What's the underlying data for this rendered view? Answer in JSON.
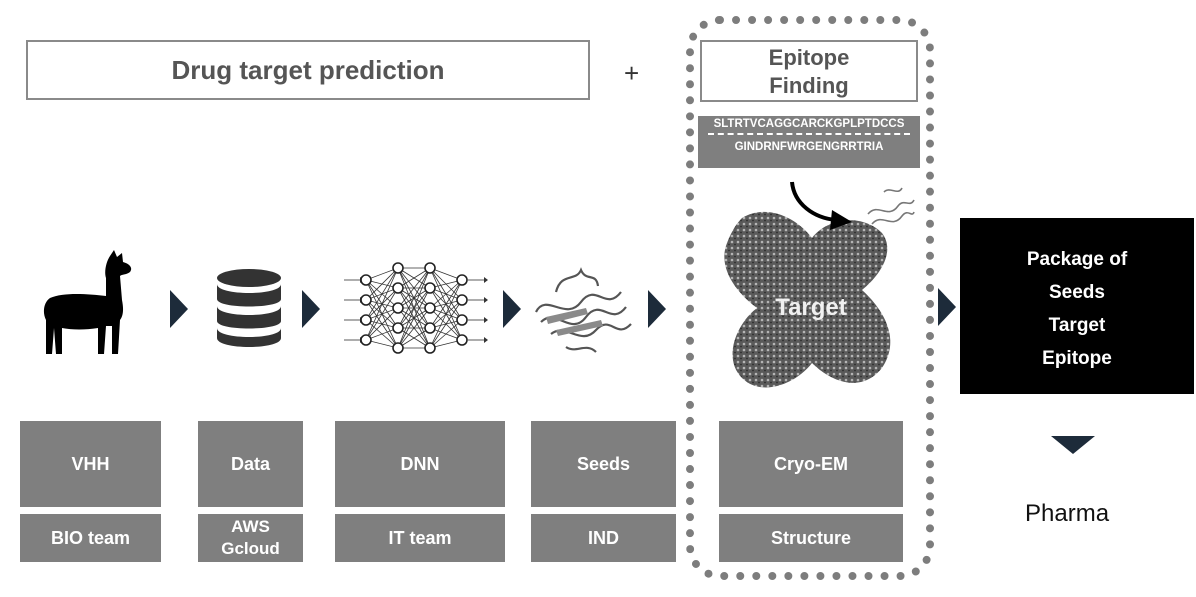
{
  "header": {
    "title": "Drug target prediction",
    "plus": "+",
    "epitope_line1": "Epitope",
    "epitope_line2": "Finding"
  },
  "sequence": {
    "line1": "SLTRTVCAGGCARCKGPLPTDCCS",
    "line2": "GINDRNFWRGENGRRTRIA"
  },
  "target_label": "Target",
  "stages": [
    {
      "top": "VHH",
      "bottom": "BIO team"
    },
    {
      "top": "Data",
      "bottom_line1": "AWS",
      "bottom_line2": "Gcloud"
    },
    {
      "top": "DNN",
      "bottom": "IT team"
    },
    {
      "top": "Seeds",
      "bottom": "IND"
    },
    {
      "top": "Cryo-EM",
      "bottom": "Structure"
    }
  ],
  "package": {
    "line1": "Package of",
    "line2": "Seeds",
    "line3": "Target",
    "line4": "Epitope"
  },
  "pharma": "Pharma",
  "icons": [
    "alpaca-icon",
    "database-icon",
    "neural-network-icon",
    "protein-icon",
    "cryo-em-density-icon",
    "curved-arrow-icon",
    "chevron-right-icon",
    "chevron-down-icon"
  ],
  "colors": {
    "box_gray": "#7f7f7f",
    "chevron": "#1d2b3a",
    "black_box": "#000000"
  }
}
